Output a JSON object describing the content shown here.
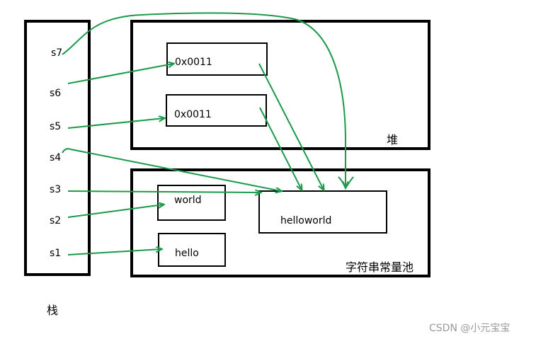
{
  "stack": {
    "title": "栈",
    "vars": [
      "s7",
      "s6",
      "s5",
      "s4",
      "s3",
      "s2",
      "s1"
    ]
  },
  "heap": {
    "title": "堆",
    "objects": [
      "0x0011",
      "0x0011"
    ]
  },
  "pool": {
    "title": "字符串常量池",
    "strings": [
      "world",
      "hello",
      "helloworld"
    ]
  },
  "watermark": "CSDN @小元宝宝",
  "colors": {
    "arrow": "#1a9a4a",
    "box": "#000000"
  }
}
